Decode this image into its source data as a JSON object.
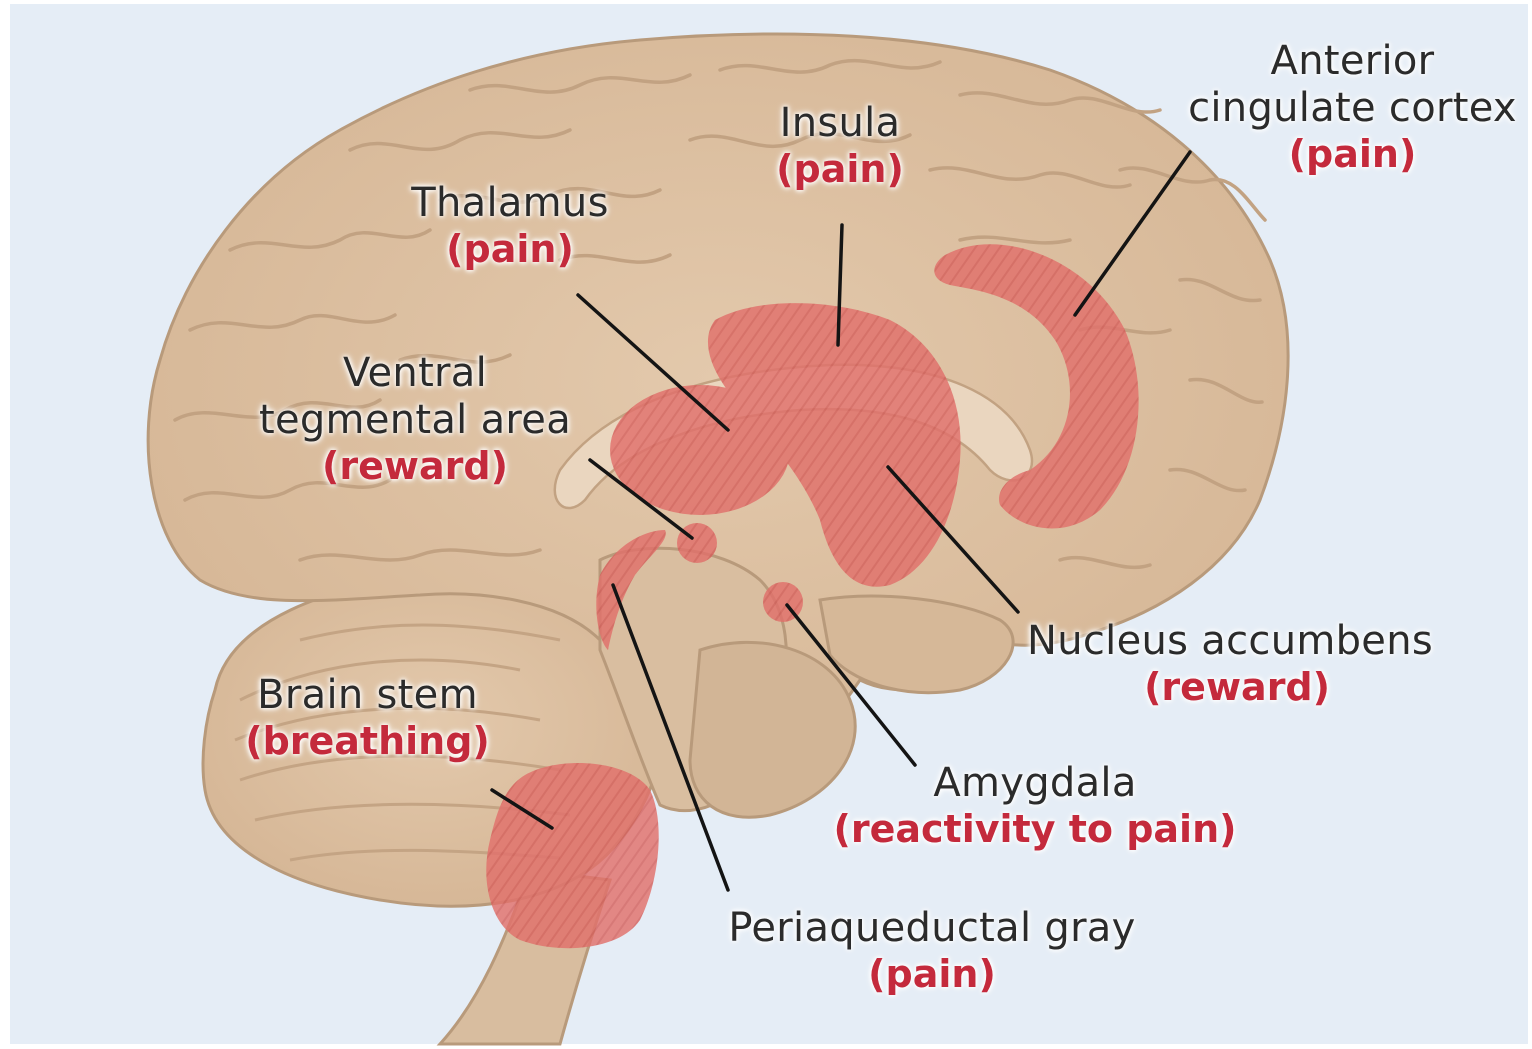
{
  "colors": {
    "background": "#e5edf6",
    "brain_fill": "#dcc0a2",
    "brain_stroke": "#b89a7b",
    "highlight": "#e26f6b",
    "region_label": "#2b2b2b",
    "function_label": "#c42a3c",
    "leader_line": "#141414"
  },
  "regions": {
    "acc": {
      "name_lines": [
        "Anterior",
        "cingulate cortex"
      ],
      "function": "(pain)"
    },
    "insula": {
      "name_lines": [
        "Insula"
      ],
      "function": "(pain)"
    },
    "thalamus": {
      "name_lines": [
        "Thalamus"
      ],
      "function": "(pain)"
    },
    "vta": {
      "name_lines": [
        "Ventral",
        "tegmental area"
      ],
      "function": "(reward)"
    },
    "nucleus": {
      "name_lines": [
        "Nucleus accumbens"
      ],
      "function": "(reward)"
    },
    "brainstem": {
      "name_lines": [
        "Brain stem"
      ],
      "function": "(breathing)"
    },
    "amygdala": {
      "name_lines": [
        "Amygdala"
      ],
      "function": "(reactivity to pain)"
    },
    "pag": {
      "name_lines": [
        "Periaqueductal gray"
      ],
      "function": "(pain)"
    }
  }
}
